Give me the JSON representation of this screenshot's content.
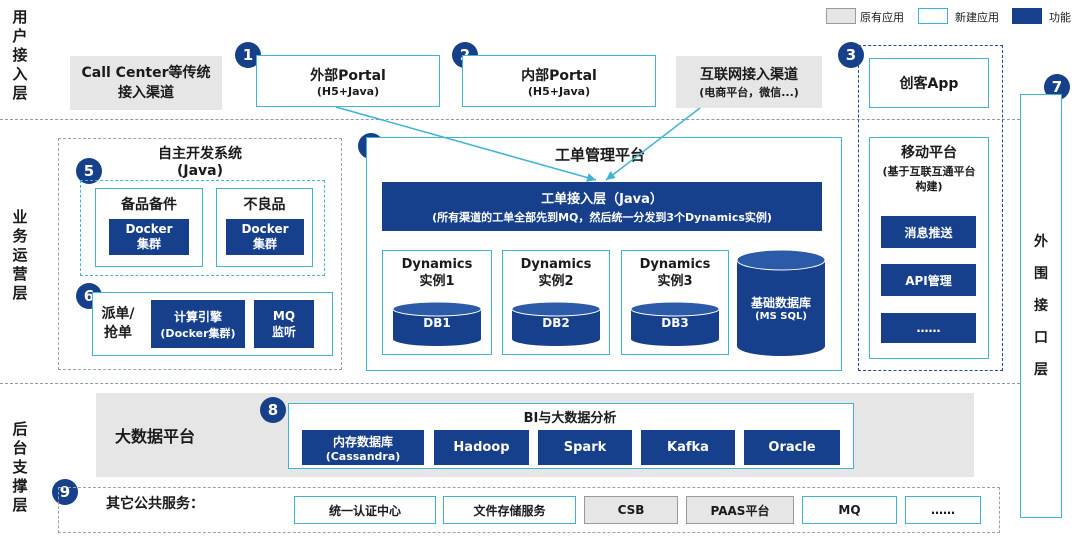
{
  "legend": {
    "existing": "原有应用",
    "new": "新建应用",
    "function": "功能"
  },
  "layers": {
    "user": "用户接入层",
    "business": "业务运营层",
    "backend": "后台支撑层"
  },
  "channels": {
    "callcenter": "Call Center等传统接入渠道",
    "external_portal": "外部Portal",
    "external_portal_sub": "(H5+Java)",
    "internal_portal": "内部Portal",
    "internal_portal_sub": "(H5+Java)",
    "internet": "互联网接入渠道",
    "internet_sub": "(电商平台，微信...)",
    "chuangke": "创客App"
  },
  "numbers": [
    "1",
    "2",
    "3",
    "4",
    "5",
    "6",
    "7",
    "8",
    "9"
  ],
  "selfdev": {
    "title": "自主开发系统",
    "sub": "(Java)",
    "spare": "备品备件",
    "defect": "不良品",
    "docker": "Docker集群",
    "dispatch": "派单/抢单",
    "engine": "计算引擎",
    "engine_sub": "(Docker集群)",
    "mq": "MQ监听"
  },
  "workorder": {
    "title": "工单管理平台",
    "access": "工单接入层（Java）",
    "access_sub": "(所有渠道的工单全部先到MQ，然后统一分发到3个Dynamics实例)",
    "inst1": "Dynamics实例1",
    "inst2": "Dynamics实例2",
    "inst3": "Dynamics实例3",
    "db1": "DB1",
    "db2": "DB2",
    "db3": "DB3",
    "basedb": "基础数据库",
    "basedb_sub": "(MS SQL)"
  },
  "mobile": {
    "title": "移动平台",
    "sub": "(基于互联互通平台构建)",
    "push": "消息推送",
    "api": "API管理",
    "more": "……"
  },
  "external": {
    "title": "外围接口层"
  },
  "bigdata": {
    "title": "大数据平台",
    "bi": "BI与大数据分析",
    "memdb": "内存数据库",
    "memdb_sub": "(Cassandra)",
    "hadoop": "Hadoop",
    "spark": "Spark",
    "kafka": "Kafka",
    "oracle": "Oracle"
  },
  "common": {
    "title": "其它公共服务：",
    "auth": "统一认证中心",
    "file": "文件存储服务",
    "csb": "CSB",
    "paas": "PAAS平台",
    "mq": "MQ",
    "more": "……"
  },
  "colors": {
    "function": "#163f8c",
    "new_border": "#3fb4d6",
    "existing": "#e6e6e6",
    "mobile_border": "#1f4a8f"
  }
}
